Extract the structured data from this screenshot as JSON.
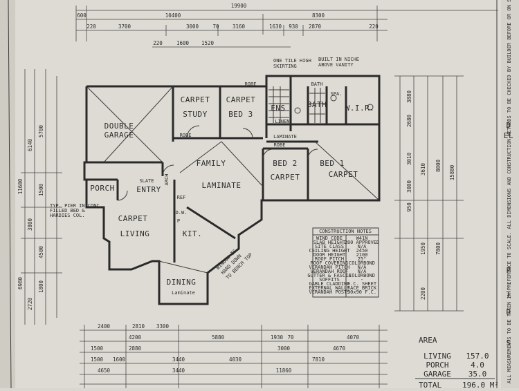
{
  "top_dims": {
    "overall": "19900",
    "row1": [
      "600",
      "10400",
      "8300"
    ],
    "row2": [
      "220",
      "3700",
      "3000",
      "70",
      "3160",
      "1630",
      "930",
      "2870",
      "220"
    ],
    "row3": [
      "220",
      "1600",
      "1520"
    ]
  },
  "left_dims": {
    "outer": [
      "11600",
      "6980"
    ],
    "mid": [
      "6140",
      "3800",
      "2720"
    ],
    "inner": [
      "5700",
      "1500",
      "4500",
      "1800"
    ]
  },
  "right_dims": {
    "a": [
      "3880",
      "2680",
      "3010",
      "3610",
      "3000",
      "950",
      "1950",
      "2200"
    ],
    "b": [
      "8000",
      "7800"
    ],
    "overall": "15800"
  },
  "bottom_dims": {
    "row1": [
      "2400",
      "2810",
      "3300"
    ],
    "row2": [
      "4200",
      "5880",
      "1930",
      "70",
      "4070"
    ],
    "row3": [
      "1500",
      "2880",
      "3000",
      "4670"
    ],
    "row4": [
      "1500",
      "1600",
      "3440",
      "4030",
      "7810"
    ],
    "row5": [
      "4650",
      "3440",
      "11860"
    ]
  },
  "rooms": {
    "double_garage": [
      "DOUBLE",
      "GARAGE"
    ],
    "study": [
      "CARPET",
      "STUDY"
    ],
    "bed3": [
      "CARPET",
      "BED 3"
    ],
    "robe": "ROBE",
    "ens": "ENS",
    "bath": "BATH",
    "spa": "SPA.",
    "wir": "W.I.R.",
    "linen": "LINEN",
    "laminate_hall": "LAMINATE",
    "family": "FAMILY",
    "laminate_main": "LAMINATE",
    "bed2": [
      "BED 2",
      "CARPET"
    ],
    "bed1": [
      "BED 1",
      "CARPET"
    ],
    "porch": "PORCH",
    "entry": [
      "SLATE",
      "ENTRY"
    ],
    "living": [
      "CARPET",
      "LIVING"
    ],
    "kit": "KIT.",
    "dining": [
      "DINING",
      "Laminate"
    ],
    "robe2": "ROBE",
    "robe3": "ROBE",
    "arch": "ARCH",
    "ref": "REF",
    "dw": "D.W.",
    "p": "P"
  },
  "notes": {
    "skirting": [
      "ONE TILE HIGH",
      "SKIRTING"
    ],
    "vanity": [
      "BUILT IN NICHE",
      "ABOVE VANITY"
    ],
    "window": [
      "WINDOW IS",
      "HARD DOWN",
      "TO BENCH TOP"
    ],
    "piers": [
      "TYP. PIER IN CONC.",
      "FILLED BED &",
      "HARDIES COL."
    ]
  },
  "construction_notes": {
    "title": "CONSTRUCTION NOTES",
    "rows": [
      [
        "WIND CODE",
        "W41N"
      ],
      [
        "SLAB HEIGHT",
        "280 APPROVED"
      ],
      [
        "SITE CLASS",
        "N/A"
      ],
      [
        "CEILING HEIGHT",
        "2450"
      ],
      [
        "DOOR HEIGHT",
        "2100"
      ],
      [
        "ROOF PITCH",
        "25°"
      ],
      [
        "ROOF COVERING",
        "COLORBOND"
      ],
      [
        "VERANDAH PITCH",
        "N/A"
      ],
      [
        "VERANDAH ROOF",
        "N/A"
      ],
      [
        "GUTTER & FASCIA",
        "COLORBOND"
      ],
      [
        "SOFFITS",
        "-"
      ],
      [
        "GABLE CLADDING",
        "F.C. SHEET"
      ],
      [
        "EXTERNAL WALLS",
        "FACE BRICK"
      ],
      [
        "VERANDAH POSTS",
        "90x90 F.C."
      ]
    ]
  },
  "area": {
    "title": "AREA",
    "rows": [
      {
        "label": "LIVING",
        "value": "157.0"
      },
      {
        "label": "PORCH",
        "value": "4.0"
      },
      {
        "label": "GARAGE",
        "value": "35.0"
      }
    ],
    "total_label": "TOTAL",
    "total_value": "196.0 M²"
  },
  "side_note": "ALL MEASUREMENTS TO BE TAKEN IN PREFERENCE TO SCALE. ALL DIMENSIONS AND CONSTRUCTION METHODS TO BE CHECKED BY BUILDER BEFORE OR ON SITE COMMENCEMENT.",
  "right_edge_letters": [
    "D",
    "EL",
    "P",
    "T",
    "D",
    "S"
  ]
}
